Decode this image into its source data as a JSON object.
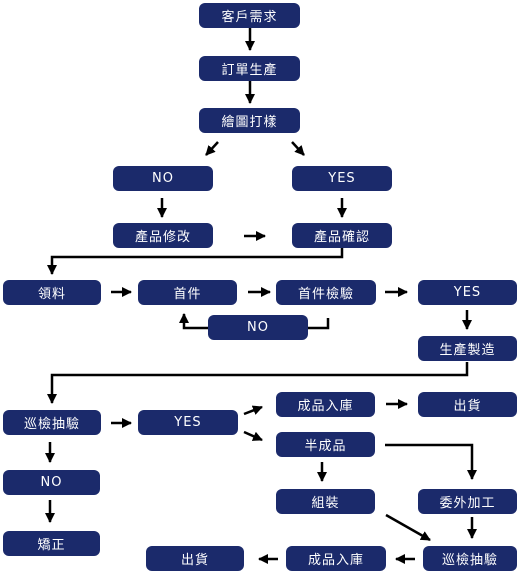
{
  "nodes": {
    "customer_demand": "客戶需求",
    "order_production": "訂單生產",
    "draw_sample": "繪圖打樣",
    "no_1": "NO",
    "yes_1": "YES",
    "product_modify": "產品修改",
    "product_confirm": "產品確認",
    "collect_material": "領料",
    "first_piece": "首件",
    "first_piece_inspection": "首件檢驗",
    "yes_2": "YES",
    "no_2": "NO",
    "production_manufacture": "生產製造",
    "patrol_inspection_1": "巡檢抽驗",
    "yes_3": "YES",
    "finished_storage_1": "成品入庫",
    "shipment_1": "出貨",
    "semi_finished": "半成品",
    "no_3": "NO",
    "assembly": "組裝",
    "outsource_processing": "委外加工",
    "correction": "矯正",
    "patrol_inspection_2": "巡檢抽驗",
    "finished_storage_2": "成品入庫",
    "shipment_2": "出貨"
  },
  "colors": {
    "box": "#1b2a6b",
    "text": "#ffffff",
    "line": "#000000"
  }
}
